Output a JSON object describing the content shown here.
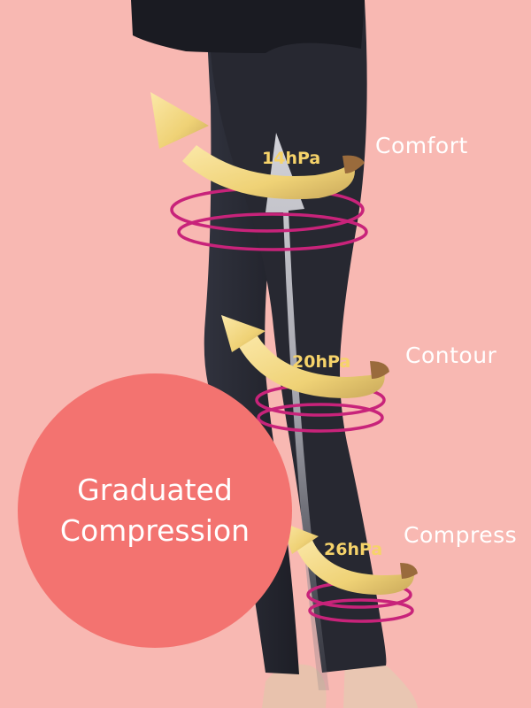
{
  "badge": {
    "line1": "Graduated",
    "line2": "Compression"
  },
  "zones": [
    {
      "name": "Comfort",
      "pressure": "14hPa"
    },
    {
      "name": "Contour",
      "pressure": "20hPa"
    },
    {
      "name": "Compress",
      "pressure": "26hPa"
    }
  ],
  "colors": {
    "background": "#f8b8b2",
    "badge": "#f37370",
    "fabric": "#2a2c36",
    "ring": "#c8237a",
    "arrow_gold": "#f1d77e",
    "arrow_gold_dark": "#b6924a",
    "lift_arrow": "#c9c9cf",
    "skin": "#e8c2ad"
  },
  "icons": [
    "upward-lift-arrow",
    "compression-ring",
    "curved-gold-arrow"
  ]
}
